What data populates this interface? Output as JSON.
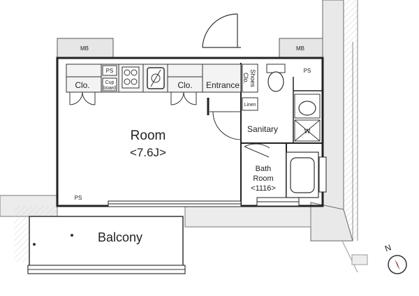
{
  "rooms": {
    "room_name": "Room",
    "room_size": "<7.6J>",
    "balcony": "Balcony",
    "entrance": "Entrance",
    "sanitary": "Sanitary",
    "bath_line1": "Bath",
    "bath_line2": "Room",
    "bath_size": "<1116>"
  },
  "fixtures": {
    "clo_left": "Clo.",
    "clo_right": "Clo.",
    "cup_line1": "Cup",
    "cup_line2": "board",
    "shoes_line1": "Shoes",
    "shoes_line2": "Clo.",
    "linen": "Linen",
    "ps_top": "PS",
    "ps_right": "PS",
    "ps_bottom": "PS",
    "mb_left": "MB",
    "mb_right": "MB",
    "washer": "W"
  },
  "compass": {
    "north": "N",
    "accent": "#d9362b"
  }
}
